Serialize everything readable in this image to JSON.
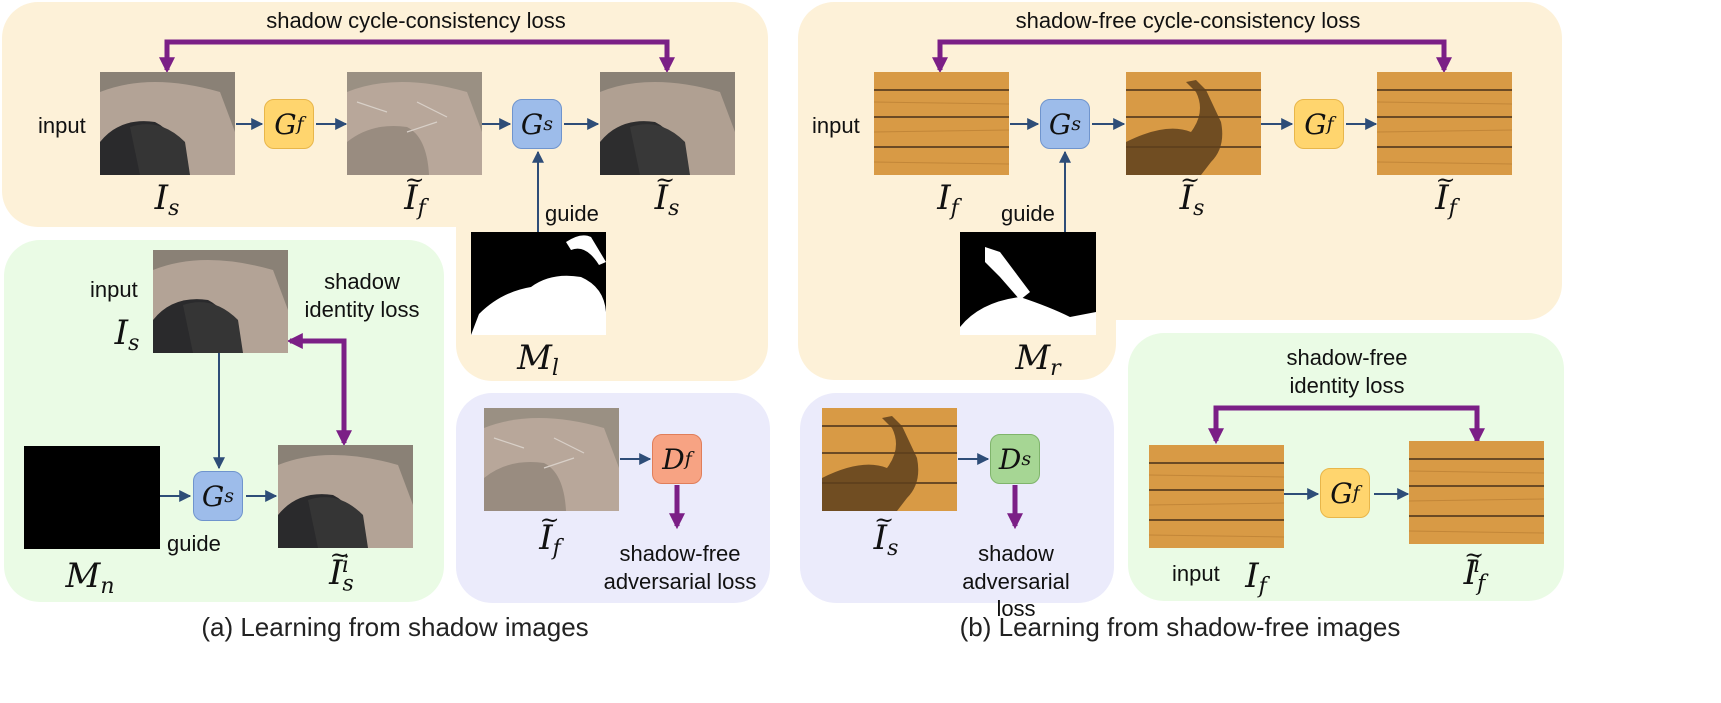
{
  "panel_a": {
    "title": "shadow cycle-consistency loss",
    "input_label": "input",
    "guide_label": "guide",
    "symbols": {
      "i_s": "I",
      "i_s_sub": "s",
      "if_tilde": "I",
      "if_tilde_sub": "f",
      "is_tilde": "I",
      "is_tilde_sub": "s",
      "ml": "M",
      "ml_sub": "l"
    },
    "blocks": {
      "gf": "G",
      "gf_sub": "f",
      "gs": "G",
      "gs_sub": "s"
    },
    "identity": {
      "input_label": "input",
      "loss_label": "shadow identity loss",
      "guide_label": "guide",
      "symbols": {
        "i_s": "I",
        "i_s_sub": "s",
        "mn": "M",
        "mn_sub": "n",
        "isi": "I",
        "isi_sub": "s",
        "isi_sup": "i"
      },
      "gs": "G",
      "gs_sub": "s"
    },
    "adversarial": {
      "label": "shadow-free adversarial loss",
      "d": "D",
      "d_sub": "f",
      "sym": "I",
      "sym_sub": "f"
    },
    "caption": "(a) Learning from shadow images"
  },
  "panel_b": {
    "title": "shadow-free cycle-consistency loss",
    "input_label": "input",
    "guide_label": "guide",
    "symbols": {
      "i_f": "I",
      "i_f_sub": "f",
      "is_tilde": "I",
      "is_tilde_sub": "s",
      "if_tilde": "I",
      "if_tilde_sub": "f",
      "mr": "M",
      "mr_sub": "r"
    },
    "blocks": {
      "gs": "G",
      "gs_sub": "s",
      "gf": "G",
      "gf_sub": "f"
    },
    "adversarial": {
      "label": "shadow adversarial loss",
      "d": "D",
      "d_sub": "s",
      "sym": "I",
      "sym_sub": "s"
    },
    "identity": {
      "loss_label": "shadow-free identity loss",
      "input_label": "input",
      "sym_in": "I",
      "sym_in_sub": "f",
      "sym_out": "I",
      "sym_out_sub": "f",
      "sym_out_sup": "i",
      "gf": "G",
      "gf_sub": "f"
    },
    "caption": "(b) Learning from shadow-free images"
  },
  "colors": {
    "peach_panel": "#fdf1d8",
    "green_panel": "#eafbe5",
    "lavender_panel": "#ebebfb",
    "loss_arrow": "#7b1f86",
    "flow_arrow": "#2e4d78",
    "generator_f": "#ffd56e",
    "generator_s": "#9dbcea",
    "discriminator_f": "#f7a383",
    "discriminator_s": "#a6d694"
  }
}
